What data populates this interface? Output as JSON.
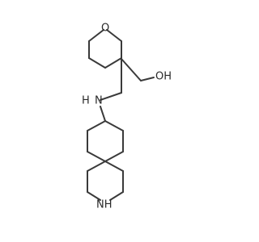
{
  "molecule": {
    "atoms": {
      "ring_oxygen": "O",
      "hydroxyl": "OH",
      "amine_nh": "N",
      "amine_h": "H",
      "ring_nh": "NH"
    },
    "colors": {
      "bond": "#3a3a3a",
      "label": "#2a2a2a",
      "background": "#ffffff"
    }
  }
}
